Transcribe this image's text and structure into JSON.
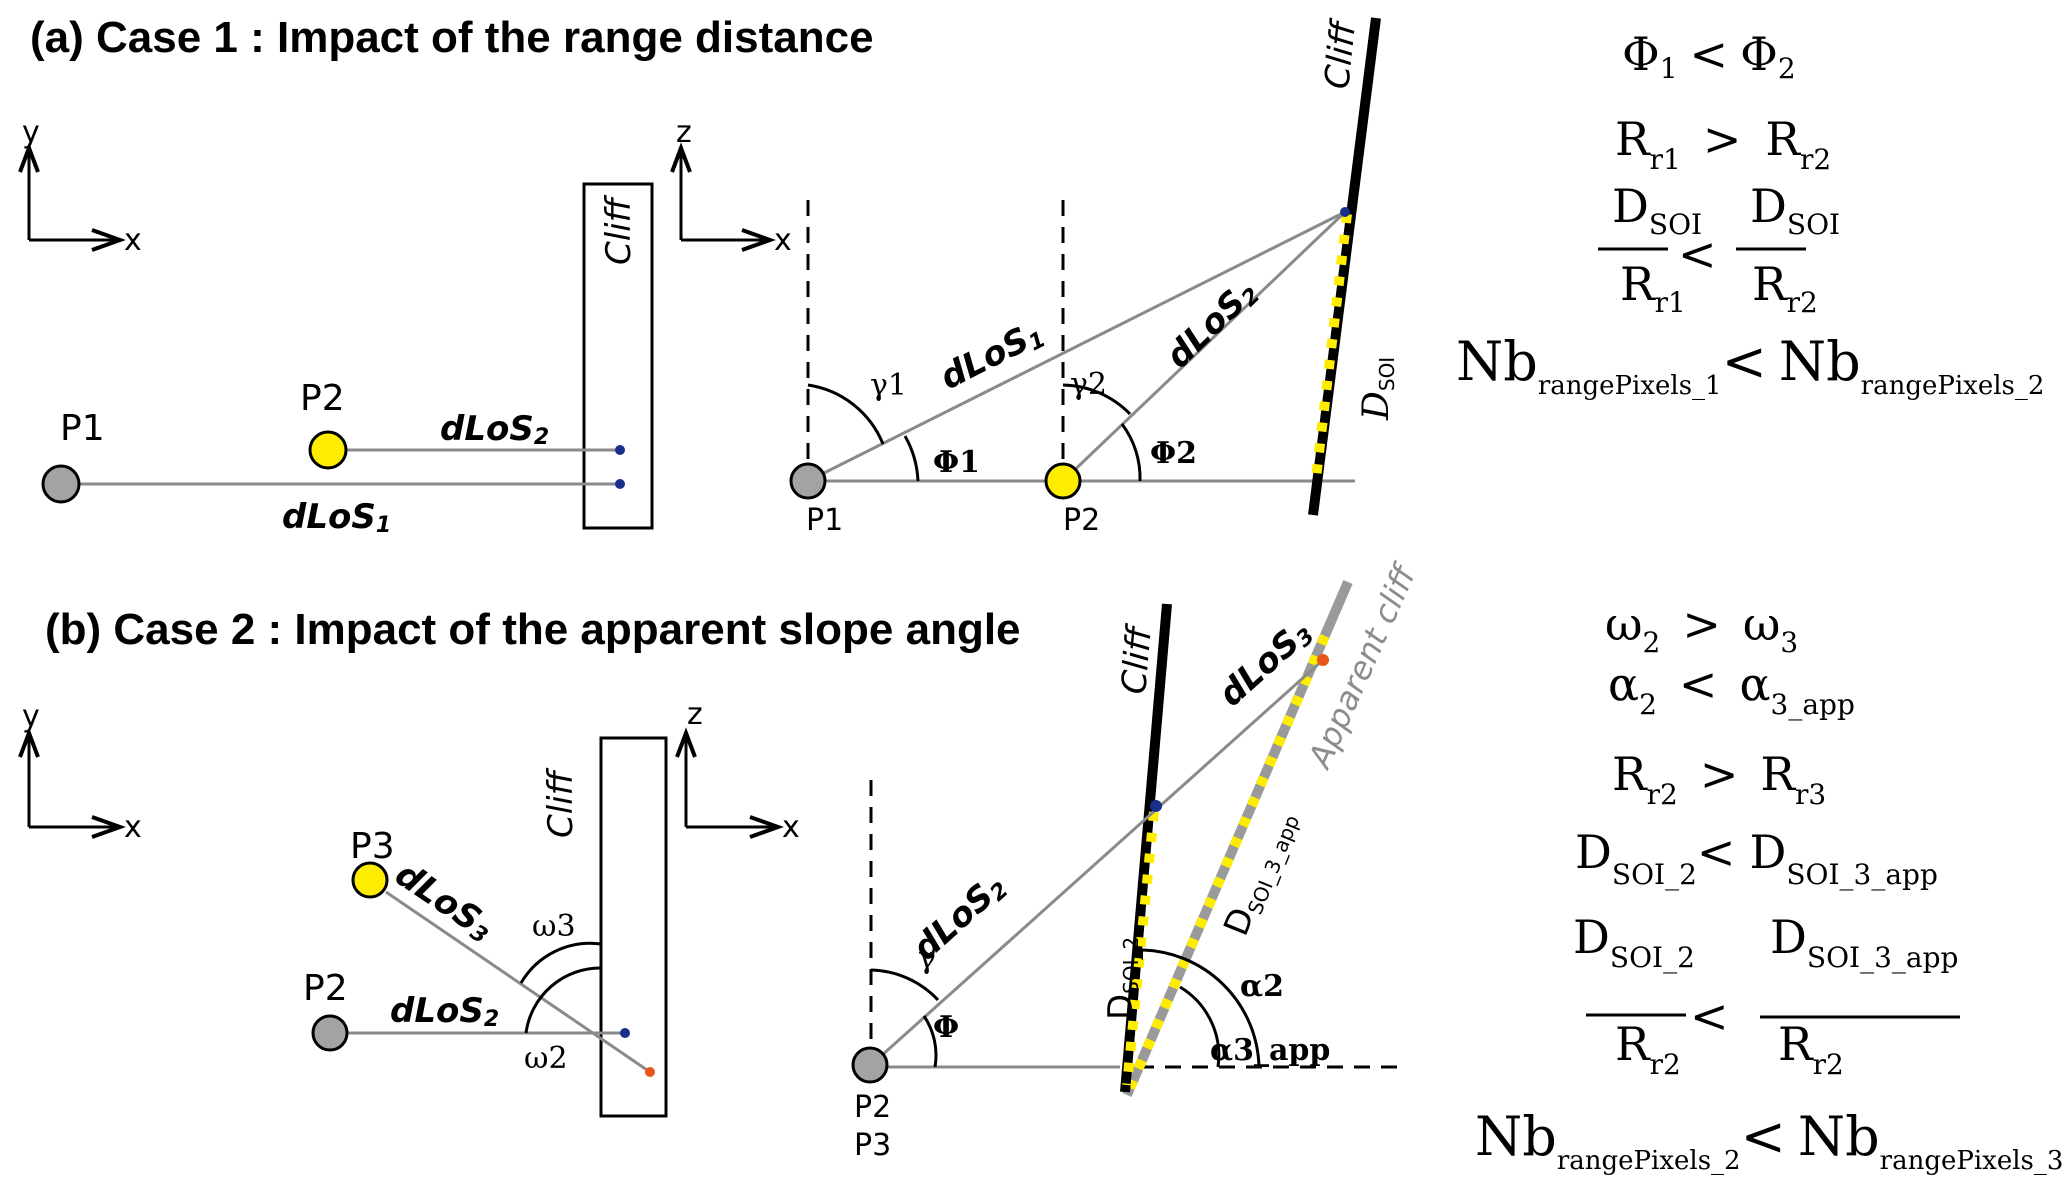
{
  "colors": {
    "gray_point": "#a3a3a3",
    "yellow_point": "#ffed00",
    "los_line": "#8a8a8a",
    "blue_dot": "#1a2f8a",
    "orange_dot": "#e8561b",
    "apparent_cliff": "#9a9a9a"
  },
  "case1": {
    "title": "(a) Case 1 : Impact of the range distance",
    "plan_view": {
      "axis_y": "y",
      "axis_x": "x",
      "cliff_label": "Cliff",
      "points": [
        {
          "label": "P1",
          "color": "gray"
        },
        {
          "label": "P2",
          "color": "yellow"
        }
      ],
      "los_labels": {
        "los1": "dLoS",
        "los1_sub": "1",
        "los2": "dLoS",
        "los2_sub": "2"
      }
    },
    "profile_view": {
      "axis_z": "z",
      "axis_x": "x",
      "cliff_label": "Cliff",
      "points": [
        {
          "label": "P1",
          "color": "gray"
        },
        {
          "label": "P2",
          "color": "yellow"
        }
      ],
      "los_labels": {
        "los1": "dLoS",
        "los1_sub": "1",
        "los2": "dLoS",
        "los2_sub": "2"
      },
      "angles": {
        "gamma1": "γ1",
        "gamma2": "γ2",
        "phi1": "Φ1",
        "phi2": "Φ2"
      },
      "d_label": "D",
      "d_sub": "SOI"
    },
    "equations": {
      "eq1": {
        "lhs": "Φ",
        "lhs_sub": "1",
        "op": "<",
        "rhs": "Φ",
        "rhs_sub": "2"
      },
      "eq2": {
        "lhs": "R",
        "lhs_sub": "r1",
        "op": ">",
        "rhs": "R",
        "rhs_sub": "r2"
      },
      "eq3": {
        "lhs_num": "D",
        "lhs_num_sub": "SOI",
        "lhs_den": "R",
        "lhs_den_sub": "r1",
        "op": "<",
        "rhs_num": "D",
        "rhs_num_sub": "SOI",
        "rhs_den": "R",
        "rhs_den_sub": "r2"
      },
      "eq4": {
        "lhs": "Nb",
        "lhs_sub": "rangePixels_1",
        "op": "<",
        "rhs": "Nb",
        "rhs_sub": "rangePixels_2"
      }
    }
  },
  "case2": {
    "title": "(b) Case 2 : Impact of the apparent slope angle",
    "plan_view": {
      "axis_y": "y",
      "axis_x": "x",
      "cliff_label": "Cliff",
      "points": [
        {
          "label": "P3",
          "color": "yellow"
        },
        {
          "label": "P2",
          "color": "gray"
        }
      ],
      "los_labels": {
        "los3": "dLoS",
        "los3_sub": "3",
        "los2": "dLoS",
        "los2_sub": "2"
      },
      "angles": {
        "omega3": "ω3",
        "omega2": "ω2"
      }
    },
    "profile_view": {
      "axis_z": "z",
      "axis_x": "x",
      "cliff_label": "Cliff",
      "apparent_cliff_label": "Apparent cliff",
      "point_labels": [
        "P2",
        "P3"
      ],
      "los_labels": {
        "los2": "dLoS",
        "los2_sub": "2",
        "los3": "dLoS",
        "los3_sub": "3"
      },
      "angles": {
        "gamma": "γ",
        "phi": "Φ",
        "alpha2": "α2",
        "alpha3": "α3_app"
      },
      "d2_label": "D",
      "d2_sub": "SOI_2",
      "d3_label": "D",
      "d3_sub": "SOI_3_app"
    },
    "equations": {
      "eq1": {
        "lhs": "ω",
        "lhs_sub": "2",
        "op": ">",
        "rhs": "ω",
        "rhs_sub": "3"
      },
      "eq2": {
        "lhs": "α",
        "lhs_sub": "2",
        "op": "<",
        "rhs": "α",
        "rhs_sub": "3_app"
      },
      "eq3": {
        "lhs": "R",
        "lhs_sub": "r2",
        "op": ">",
        "rhs": "R",
        "rhs_sub": "r3"
      },
      "eq4": {
        "lhs": "D",
        "lhs_sub": "SOI_2",
        "op": "<",
        "rhs": "D",
        "rhs_sub": "SOI_3_app"
      },
      "eq5": {
        "lhs_num": "D",
        "lhs_num_sub": "SOI_2",
        "lhs_den": "R",
        "lhs_den_sub": "r2",
        "op": "<",
        "rhs_num": "D",
        "rhs_num_sub": "SOI_3_app",
        "rhs_den": "R",
        "rhs_den_sub": "r2"
      },
      "eq6": {
        "lhs": "Nb",
        "lhs_sub": "rangePixels_2",
        "op": "<",
        "rhs": "Nb",
        "rhs_sub": "rangePixels_3"
      }
    }
  }
}
